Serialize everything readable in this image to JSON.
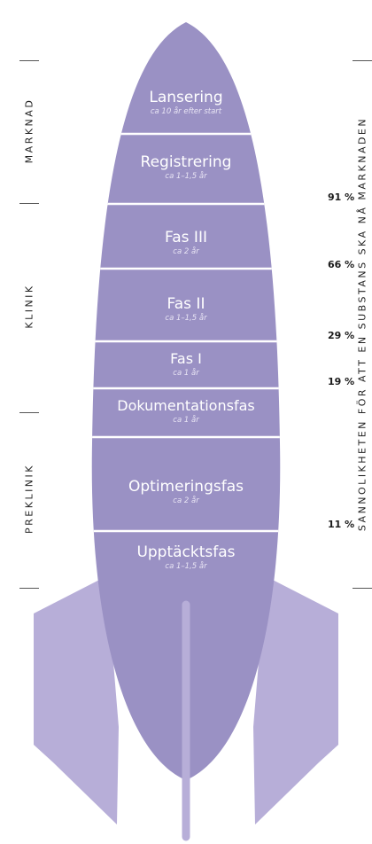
{
  "colors": {
    "rocket_body": "#9a91c4",
    "fins": "#b7aed8",
    "divider": "#ffffff",
    "text": "#ffffff"
  },
  "phases": [
    {
      "name": "Lansering",
      "duration": "ca 10 år efter start"
    },
    {
      "name": "Registrering",
      "duration": "ca 1–1,5 år"
    },
    {
      "name": "Fas III",
      "duration": "ca 2 år"
    },
    {
      "name": "Fas II",
      "duration": "ca 1–1,5 år"
    },
    {
      "name": "Fas I",
      "duration": "ca 1 år"
    },
    {
      "name": "Dokumentationsfas",
      "duration": "ca 1 år"
    },
    {
      "name": "Optimeringsfas",
      "duration": "ca 2 år"
    },
    {
      "name": "Upptäcktsfas",
      "duration": "ca 1–1,5 år"
    }
  ],
  "probabilities": [
    "91 %",
    "66 %",
    "29 %",
    "19 %",
    "11 %"
  ],
  "side_labels": {
    "market": "MARKNAD",
    "clinic": "KLINIK",
    "preclinic": "PREKLINIK",
    "probability": "SANNOLIKHETEN FÖR ATT EN SUBSTANS SKA NÅ MARKNADEN"
  }
}
